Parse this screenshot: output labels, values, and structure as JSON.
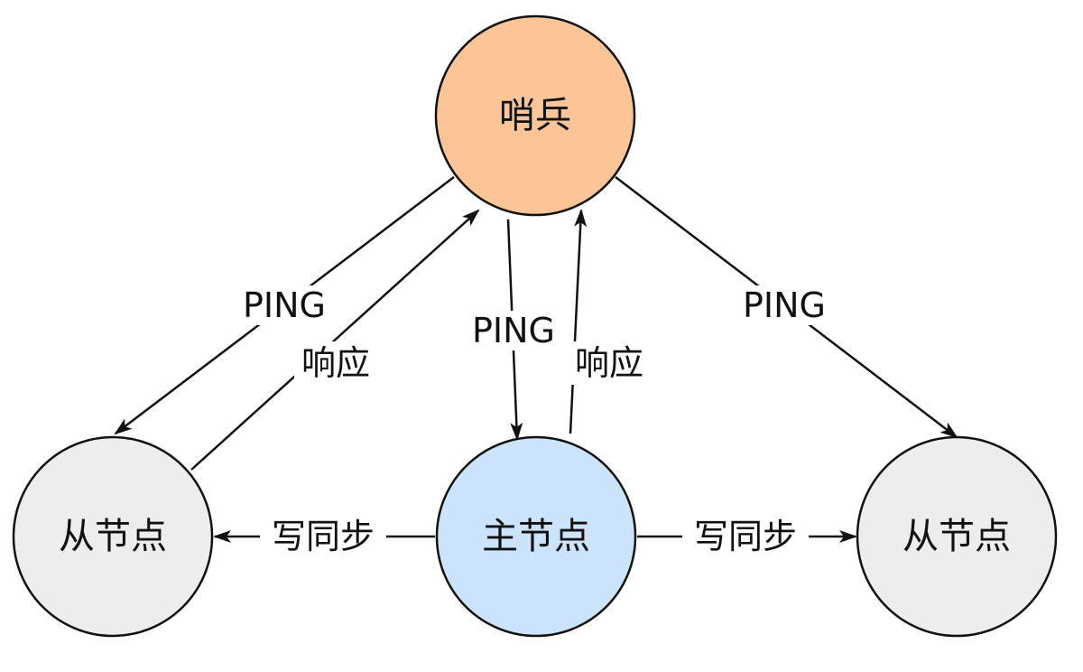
{
  "nodes": {
    "sentinel": {
      "label": "哨兵",
      "fill": "#fbc597"
    },
    "master": {
      "label": "主节点",
      "fill": "#cce4fb"
    },
    "replica_left": {
      "label": "从节点",
      "fill": "#ededed"
    },
    "replica_right": {
      "label": "从节点",
      "fill": "#ededed"
    }
  },
  "stroke_color": "#111111",
  "edges": {
    "ping_left": "PING",
    "response_left": "响应",
    "ping_master": "PING",
    "response_master": "响应",
    "ping_right": "PING",
    "sync_left": "写同步",
    "sync_right": "写同步"
  }
}
